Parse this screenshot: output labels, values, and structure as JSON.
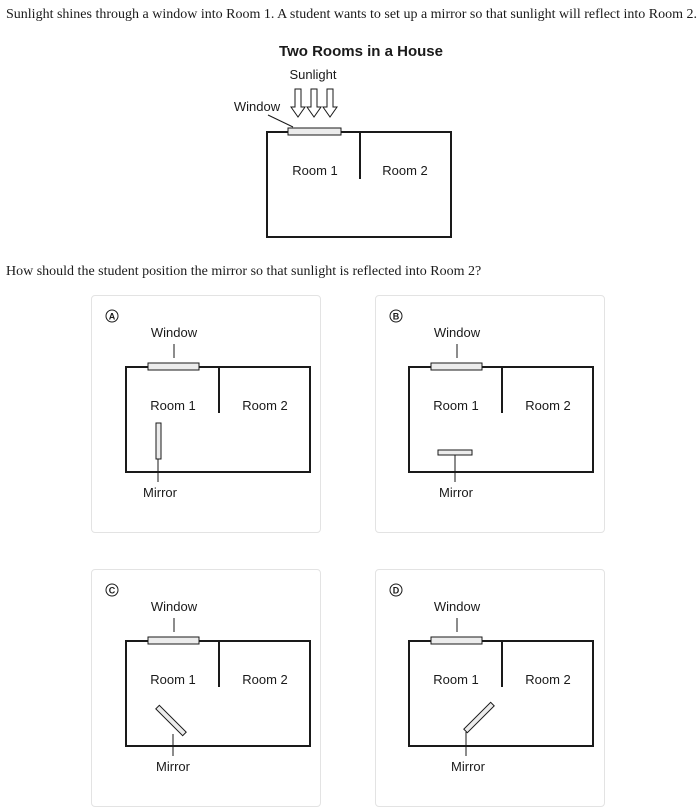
{
  "question": "Sunlight shines through a window into Room 1. A student wants to set up a mirror so that sunlight will reflect into Room 2.",
  "figure": {
    "title": "Two Rooms in a House",
    "sunlight": "Sunlight",
    "window": "Window",
    "room1": "Room 1",
    "room2": "Room 2"
  },
  "prompt": "How should the student position the mirror so that sunlight is reflected into Room 2?",
  "choices": [
    {
      "letter": "A",
      "window": "Window",
      "room1": "Room 1",
      "room2": "Room 2",
      "mirror": "Mirror",
      "mirror_orientation": "vertical"
    },
    {
      "letter": "B",
      "window": "Window",
      "room1": "Room 1",
      "room2": "Room 2",
      "mirror": "Mirror",
      "mirror_orientation": "horizontal"
    },
    {
      "letter": "C",
      "window": "Window",
      "room1": "Room 1",
      "room2": "Room 2",
      "mirror": "Mirror",
      "mirror_orientation": "diagonal-down-right"
    },
    {
      "letter": "D",
      "window": "Window",
      "room1": "Room 1",
      "room2": "Room 2",
      "mirror": "Mirror",
      "mirror_orientation": "diagonal-up-right"
    }
  ]
}
